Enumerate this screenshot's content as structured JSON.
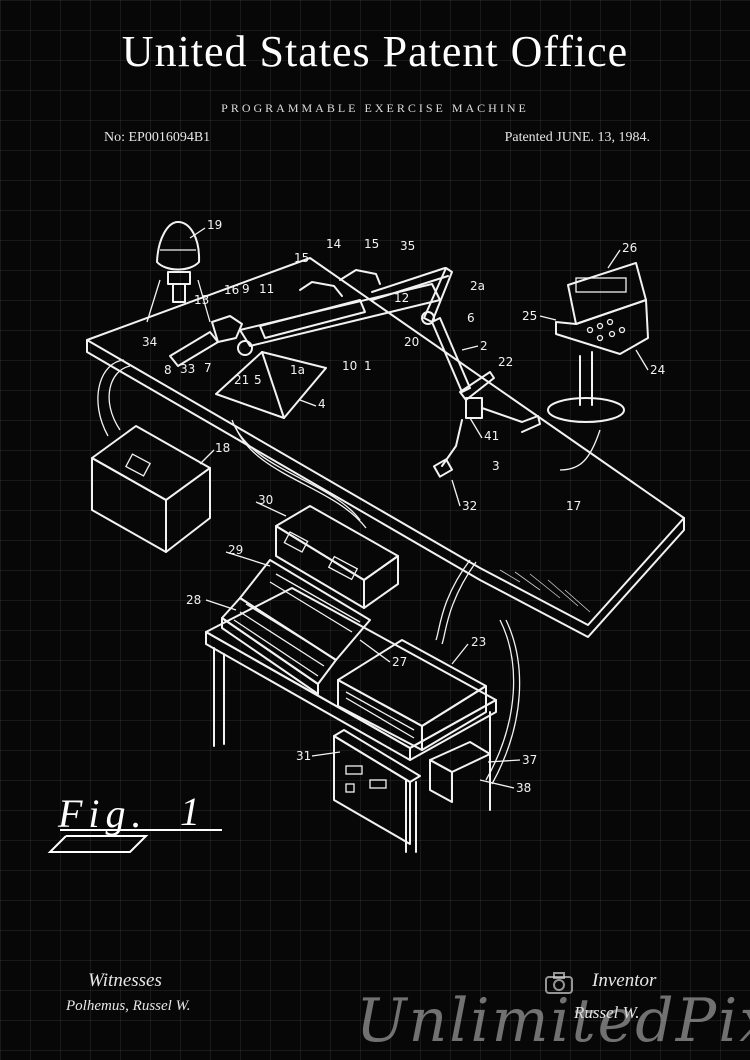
{
  "header": {
    "title": "United States Patent Office",
    "subtitle": "PROGRAMMABLE EXERCISE MACHINE",
    "patent_number": "No: EP0016094B1",
    "patent_date": "Patented JUNE. 13, 1984."
  },
  "figure": {
    "label": "Fig.",
    "number": "1",
    "reference_labels": [
      "19",
      "14",
      "15",
      "35",
      "26",
      "15",
      "16",
      "9",
      "11",
      "12",
      "2a",
      "13",
      "6",
      "25",
      "34",
      "20",
      "2",
      "33",
      "8",
      "7",
      "21",
      "5",
      "1a",
      "10",
      "1",
      "22",
      "24",
      "4",
      "41",
      "18",
      "3",
      "32",
      "17",
      "30",
      "29",
      "28",
      "27",
      "23",
      "31",
      "37",
      "38"
    ]
  },
  "footer": {
    "witnesses_label": "Witnesses",
    "witnesses_names": "Polhemus, Russel W.",
    "inventor_label": "Inventor",
    "inventor_name": "Russel W."
  },
  "watermark": {
    "text": "UnlimitedPixel",
    "icon": "camera-icon"
  },
  "colors": {
    "background": "#070707",
    "lines": "#f2f2f2",
    "grid": "rgba(255,255,255,0.07)"
  }
}
